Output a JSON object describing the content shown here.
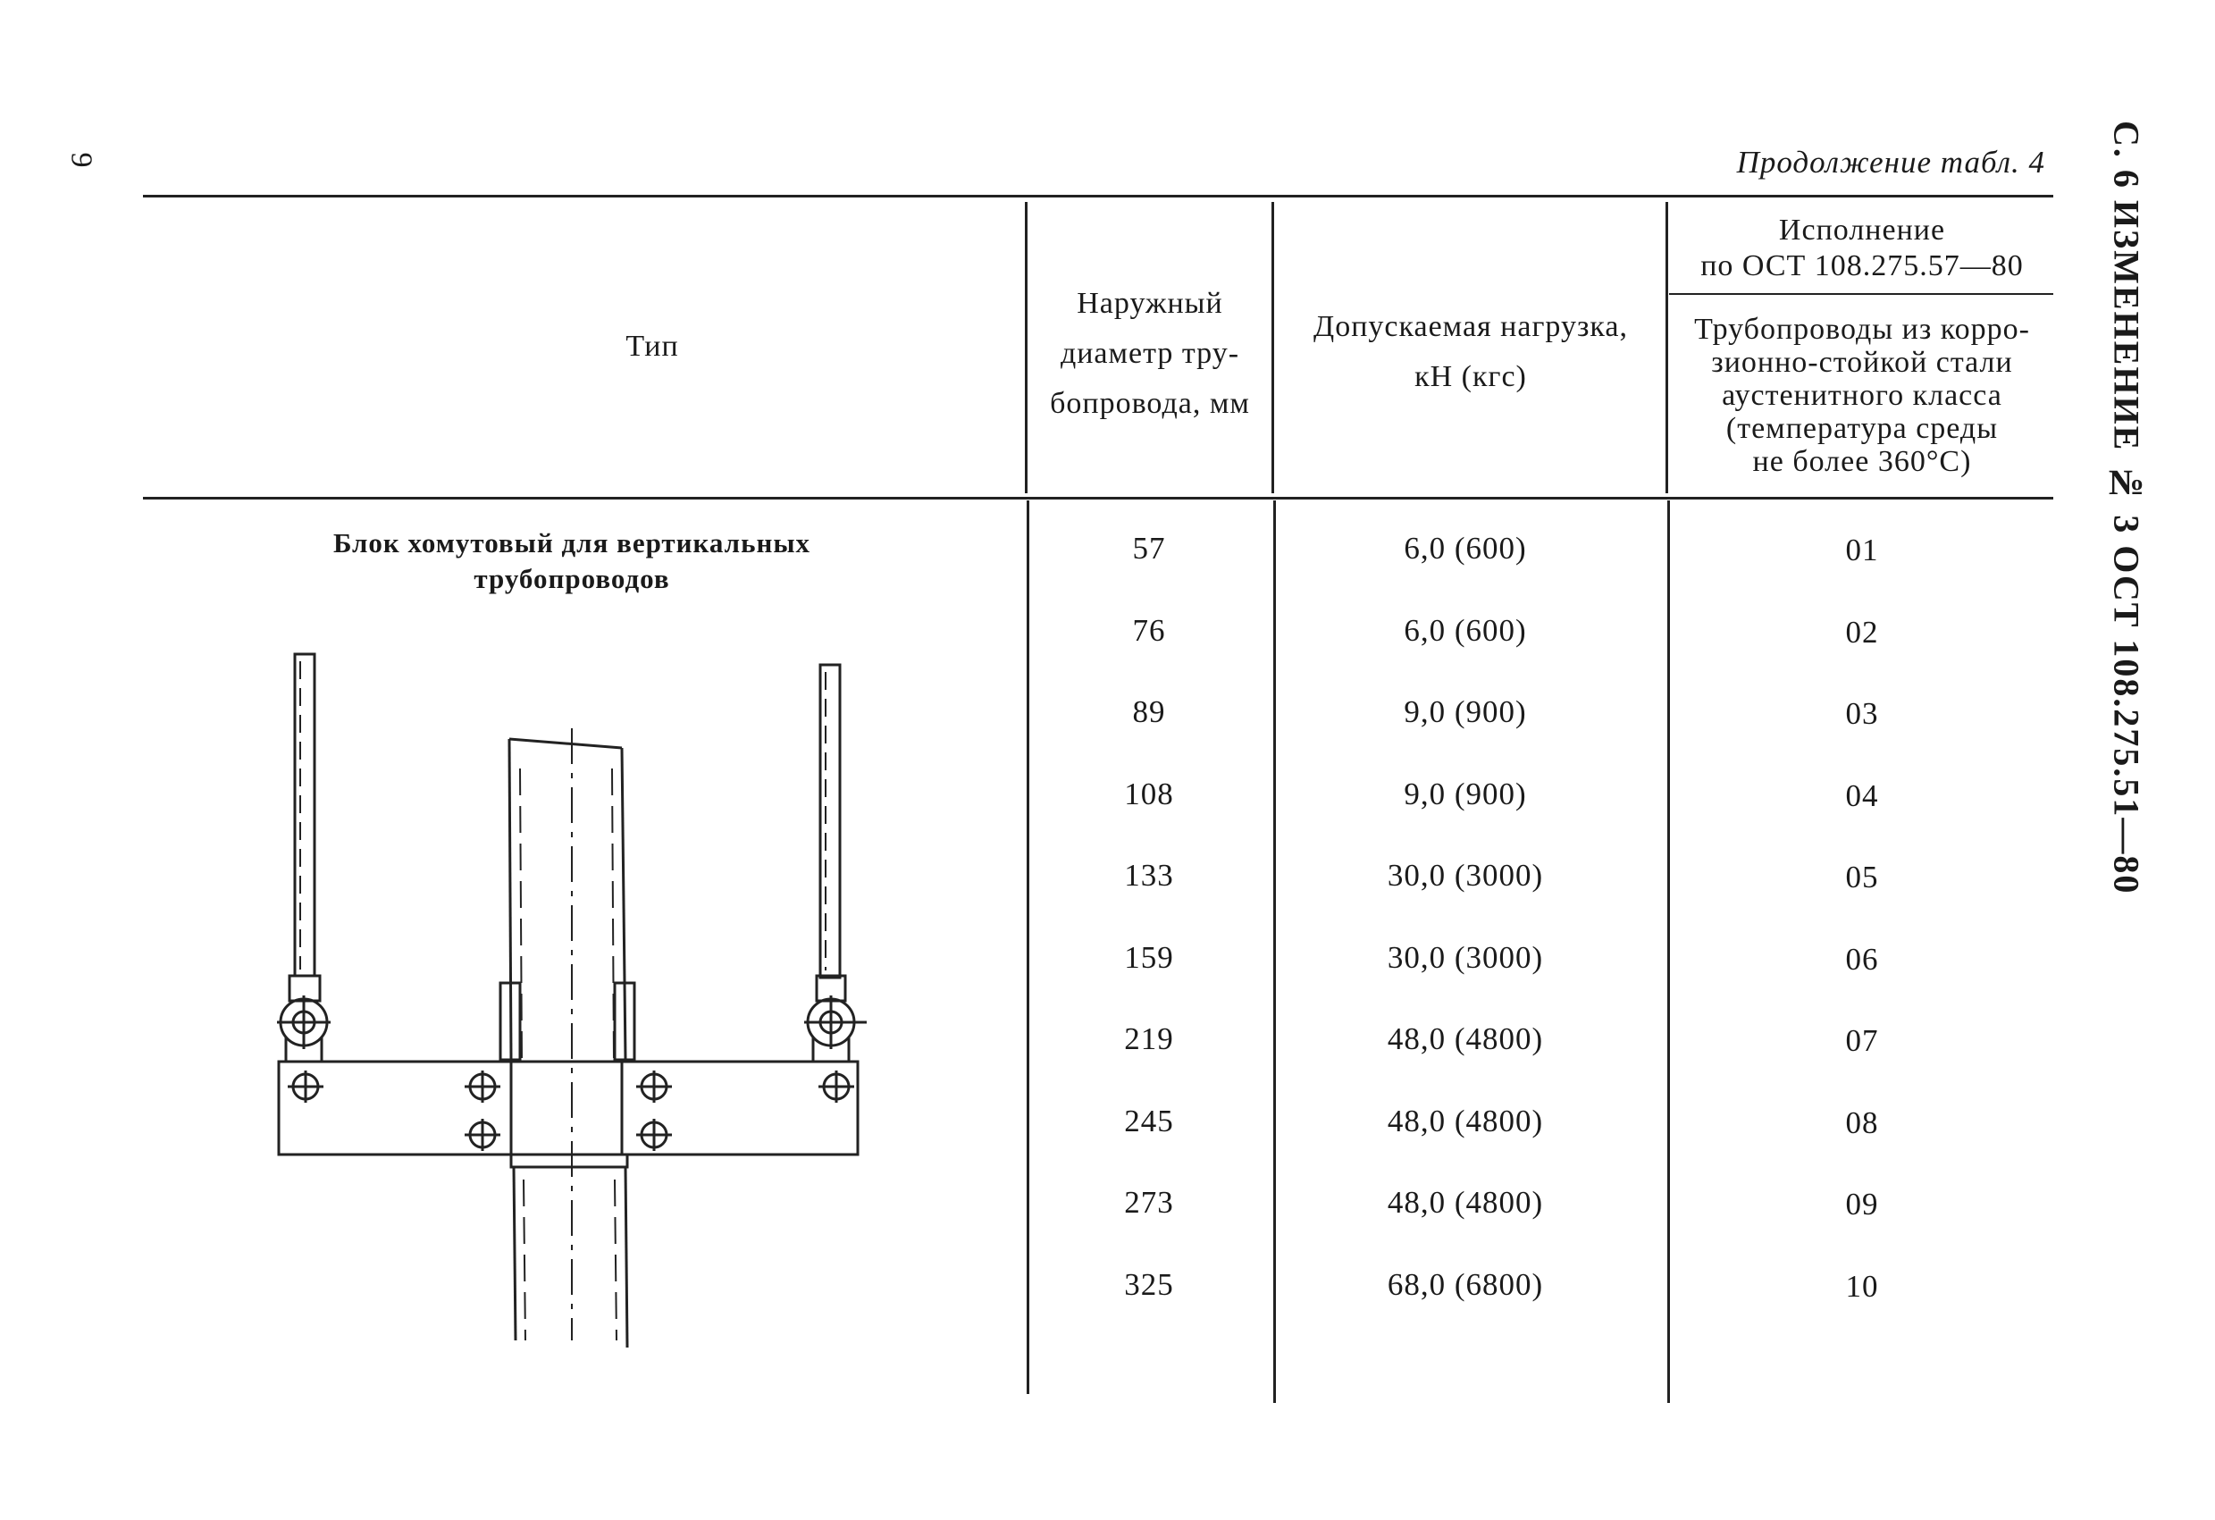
{
  "page": {
    "page_number": "9",
    "continuation": "Продолжение табл. 4",
    "side_header_bold": "С. 6 ИЗМЕНЕНИЕ № 3 ОСТ 108.275.51—80"
  },
  "table": {
    "headers": {
      "type": "Тип",
      "diameter_lines": [
        "Наружный",
        "диаметр тру-",
        "бопровода, мм"
      ],
      "load_lines": [
        "Допускаемая нагрузка,",
        "кН (кгс)"
      ],
      "execution_lines": [
        "Исполнение",
        "по ОСТ 108.275.57—80"
      ],
      "pipelines_lines": [
        "Трубопроводы из корро-",
        "зионно-стойкой стали",
        "аустенитного класса",
        "(температура среды",
        "не более 360°C)"
      ]
    },
    "block_title_lines": [
      "Блок хомутовый для вертикальных",
      "трубопроводов"
    ],
    "rows": [
      {
        "diameter": "57",
        "load": "6,0 (600)",
        "execution": "01"
      },
      {
        "diameter": "76",
        "load": "6,0 (600)",
        "execution": "02"
      },
      {
        "diameter": "89",
        "load": "9,0 (900)",
        "execution": "03"
      },
      {
        "diameter": "108",
        "load": "9,0 (900)",
        "execution": "04"
      },
      {
        "diameter": "133",
        "load": "30,0 (3000)",
        "execution": "05"
      },
      {
        "diameter": "159",
        "load": "30,0 (3000)",
        "execution": "06"
      },
      {
        "diameter": "219",
        "load": "48,0 (4800)",
        "execution": "07"
      },
      {
        "diameter": "245",
        "load": "48,0 (4800)",
        "execution": "08"
      },
      {
        "diameter": "273",
        "load": "48,0 (4800)",
        "execution": "09"
      },
      {
        "diameter": "325",
        "load": "68,0 (6800)",
        "execution": "10"
      }
    ]
  }
}
